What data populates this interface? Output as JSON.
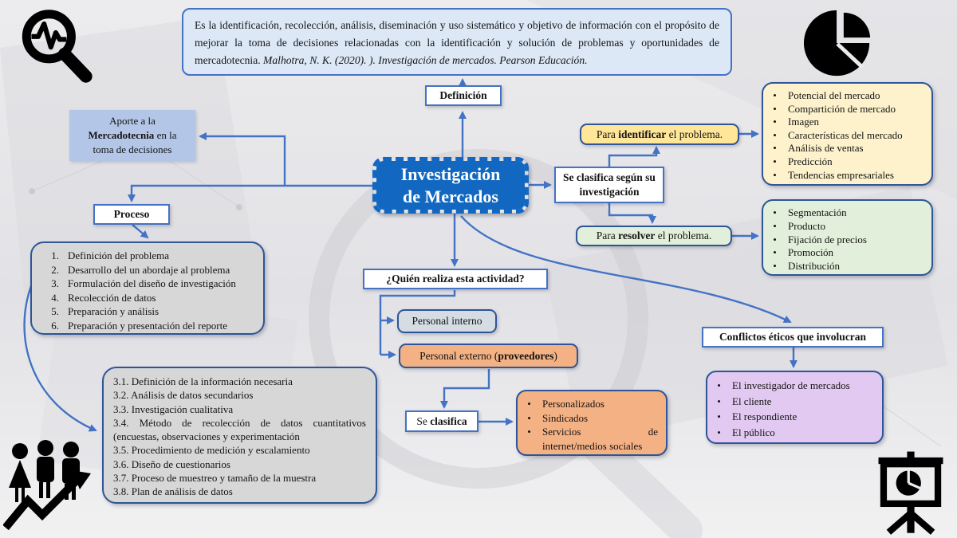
{
  "ui": {
    "bullet": "•"
  },
  "colors": {
    "accent": "#4472c4",
    "border-dark": "#2e5597",
    "center-blue": "#1268c0",
    "def-fill": "#dce8f6",
    "periwinkle": "#b4c6e7",
    "steel": "#d6dce4",
    "yellow": "#ffe699",
    "yellow-light": "#fdf2cc",
    "green": "#e2efda",
    "orange": "#f4b183",
    "purple": "#e2c9f1",
    "gray-fill": "#d7d7d7"
  },
  "definition": {
    "text": "Es la identificación, recolección, análisis, diseminación y uso sistemático y objetivo de información con el propósito de mejorar la toma de decisiones relacionadas con la identificación y solución de problemas y oportunidades de mercadotecnia. ",
    "citation": "Malhotra, N. K. (2020). ). Investigación de mercados. Pearson Educación."
  },
  "center": {
    "line1": "Investigación",
    "line2": "de Mercados"
  },
  "labels": {
    "definicion": "Definición",
    "proceso": "Proceso",
    "quien": "¿Quién realiza esta actividad?",
    "personal_interno": "Personal interno",
    "se_clasifica_segun": "Se clasifica según su investigación",
    "conflictos": "Conflictos éticos que involucran"
  },
  "aporte": {
    "pre": "Aporte a la ",
    "bold": "Mercadotecnia",
    "post": " en la toma de decisiones"
  },
  "personal_externo": {
    "pre": "Personal externo (",
    "bold": "proveedores",
    "post": ")"
  },
  "se_clasifica": {
    "pre": "Se ",
    "bold": "clasifica"
  },
  "para_identificar": {
    "pre": "Para ",
    "bold": "identificar",
    "post": " el problema."
  },
  "para_resolver": {
    "pre": "Para ",
    "bold": "resolver",
    "post": " el problema."
  },
  "process_list": {
    "items": [
      {
        "num": "1.",
        "text": "Definición del problema"
      },
      {
        "num": "2.",
        "text": "Desarrollo del un abordaje al problema"
      },
      {
        "num": "3.",
        "text": "Formulación del diseño de investigación"
      },
      {
        "num": "4.",
        "text": "Recolección de datos"
      },
      {
        "num": "5.",
        "text": "Preparación y análisis"
      },
      {
        "num": "6.",
        "text": "Preparación y presentación del reporte"
      }
    ]
  },
  "detail_list": {
    "items": [
      "3.1. Definición de la información necesaria",
      "3.2. Análisis de datos secundarios",
      "3.3. Investigación cualitativa",
      "3.4. Método de recolección de datos cuantitativos (encuestas, observaciones y experimentación",
      "3.5. Procedimiento de medición y escalamiento",
      "3.6. Diseño de cuestionarios",
      "3.7. Proceso de muestreo y tamaño de la muestra",
      "3.8. Plan de análisis de datos"
    ]
  },
  "identify_list": {
    "items": [
      "Potencial del mercado",
      "Compartición de mercado",
      "Imagen",
      "Características del mercado",
      "Análisis de ventas",
      "Predicción",
      "Tendencias empresariales"
    ]
  },
  "solve_list": {
    "items": [
      "Segmentación",
      "Producto",
      "Fijación de precios",
      "Promoción",
      "Distribución"
    ]
  },
  "providers_list": {
    "items": [
      "Personalizados",
      "Sindicados",
      "Servicios de internet/medios sociales"
    ]
  },
  "ethics_list": {
    "items": [
      "El investigador de mercados",
      "El cliente",
      "El respondiente",
      "El público"
    ]
  },
  "icons": {
    "top_left": "search-trend-icon",
    "top_right": "pie-chart-icon",
    "bottom_left": "people-growth-icon",
    "bottom_right": "presentation-chart-icon"
  }
}
